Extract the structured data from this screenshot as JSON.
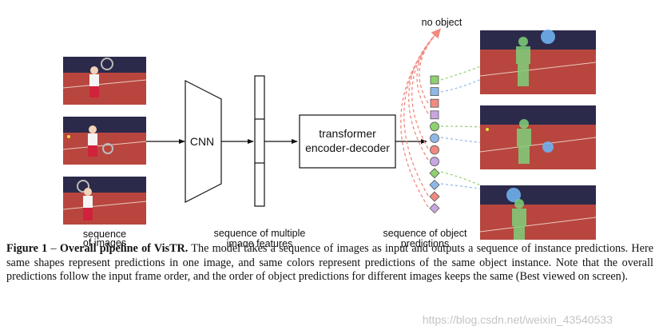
{
  "labels": {
    "input_line1": "sequence",
    "input_line2": "of images",
    "cnn": "CNN",
    "features_line1": "sequence of multiple",
    "features_line2": "image features",
    "transformer_line1": "transformer",
    "transformer_line2": "encoder-decoder",
    "predictions_line1": "sequence of object",
    "predictions_line2": "predictions",
    "no_object": "no object"
  },
  "colors": {
    "green": "#8fd06e",
    "blue": "#8fb8e8",
    "red": "#f08a80",
    "purple": "#c7a7e0",
    "court": "#b8463e",
    "wall": "#2c2a4a",
    "overlay_green": "#7fd07a",
    "overlay_blue": "#6fb0ee"
  },
  "predictions": [
    {
      "shape": "square",
      "color": "green"
    },
    {
      "shape": "square",
      "color": "blue"
    },
    {
      "shape": "square",
      "color": "red"
    },
    {
      "shape": "square",
      "color": "purple"
    },
    {
      "shape": "circle",
      "color": "green"
    },
    {
      "shape": "circle",
      "color": "blue"
    },
    {
      "shape": "circle",
      "color": "red"
    },
    {
      "shape": "circle",
      "color": "purple"
    },
    {
      "shape": "diamond",
      "color": "green"
    },
    {
      "shape": "diamond",
      "color": "blue"
    },
    {
      "shape": "diamond",
      "color": "red"
    },
    {
      "shape": "diamond",
      "color": "purple"
    }
  ],
  "caption": {
    "label": "Figure 1",
    "dash": " – ",
    "title": "Overall pipeline of VisTR.",
    "body": " The model takes a sequence of images as input and outputs a sequence of instance predictions. Here same shapes represent predictions in one image, and same colors represent predictions of the same object instance. Note that the overall predictions follow the input frame order, and the order of object predictions for different images keeps the same (Best viewed on screen)."
  },
  "watermark": "https://blog.csdn.net/weixin_43540533"
}
